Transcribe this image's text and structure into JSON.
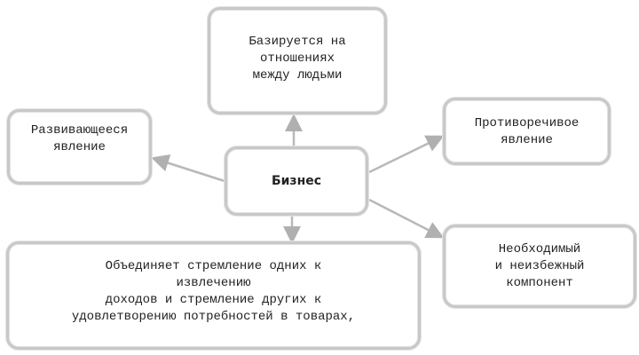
{
  "center": {
    "label": "Бизнес"
  },
  "nodes": {
    "top": [
      "Базируется на",
      "отношениях",
      "между людьми"
    ],
    "left": [
      "Развивающееся",
      "явление"
    ],
    "right_top": [
      "Противоречивое",
      "явление"
    ],
    "right_bottom": [
      "Необходимый",
      "и неизбежный",
      "компонент"
    ],
    "bottom": [
      "Объединяет стремление одних к",
      "извлечению",
      "доходов и стремление других к",
      "удовлетворению потребностей в товарах,"
    ]
  },
  "colors": {
    "border": "#c8c8c8",
    "arrow": "#b8b8b8"
  }
}
